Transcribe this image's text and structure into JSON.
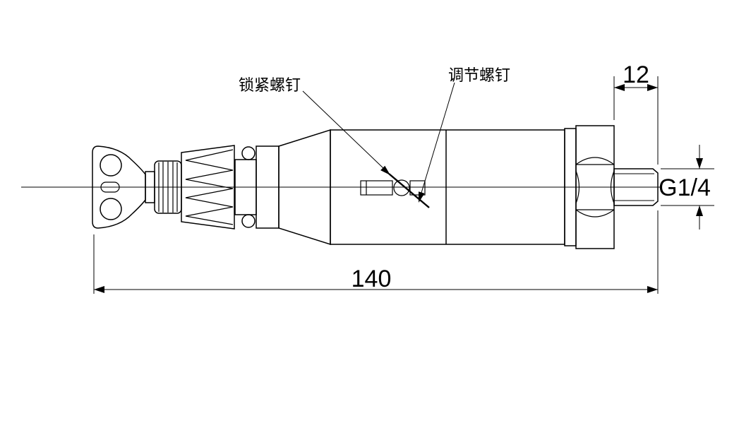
{
  "drawing": {
    "colors": {
      "line": "#000000",
      "background": "#ffffff"
    },
    "callouts": {
      "lock_screw": "锁紧螺钉",
      "adjust_screw": "调节螺钉"
    },
    "dimensions": {
      "thread_length": "12",
      "overall_length": "140",
      "thread_spec": "G1/4"
    }
  }
}
